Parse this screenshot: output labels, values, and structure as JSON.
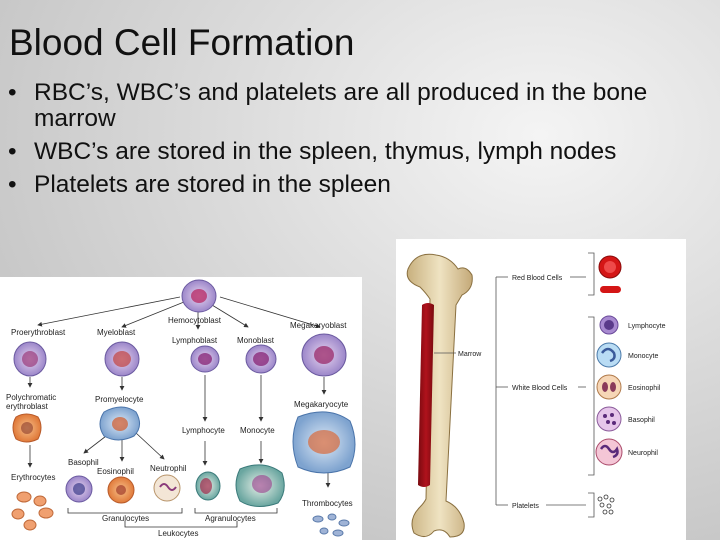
{
  "slide": {
    "title": "Blood Cell Formation",
    "bullets": [
      "RBC’s, WBC’s and platelets are all produced in the bone marrow",
      "WBC’s are stored in the spleen, thymus, lymph nodes",
      "Platelets are stored in the spleen"
    ]
  },
  "hematopoiesis_diagram": {
    "labels": {
      "hemocytoblast": "Hemocytoblast",
      "proerythroblast": "Proerythroblast",
      "myeloblast": "Myeloblast",
      "lymphoblast": "Lymphoblast",
      "monoblast": "Monoblast",
      "megakaryoblast": "Megakaryoblast",
      "polychromatic_1": "Polychromatic",
      "polychromatic_2": "erythroblast",
      "promyelocyte": "Promyelocyte",
      "lymphocyte": "Lymphocyte",
      "monocyte": "Monocyte",
      "megakaryocyte": "Megakaryocyte",
      "basophil": "Basophil",
      "eosinophil": "Eosinophil",
      "neutrophil": "Neutrophil",
      "erythrocytes": "Erythrocytes",
      "thrombocytes": "Thrombocytes",
      "granulocytes": "Granulocytes",
      "agranulocytes": "Agranulocytes",
      "leukocytes": "Leukocytes"
    }
  },
  "bone_diagram": {
    "labels": {
      "red_blood_cells": "Red Blood Cells",
      "marrow": "Marrow",
      "white_blood_cells": "White Blood Cells",
      "platelets": "Platelets",
      "lymphocyte": "Lymphocyte",
      "monocyte": "Monocyte",
      "eosinophil": "Eosinophil",
      "basophil": "Basophil",
      "neurophil": "Neurophil"
    }
  }
}
